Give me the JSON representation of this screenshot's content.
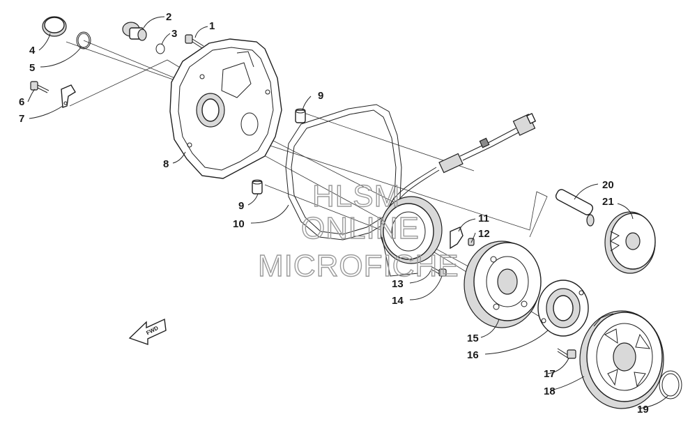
{
  "callouts": {
    "c1": "1",
    "c2": "2",
    "c3": "3",
    "c4": "4",
    "c5": "5",
    "c6": "6",
    "c7": "7",
    "c8": "8",
    "c9a": "9",
    "c9b": "9",
    "c10": "10",
    "c11": "11",
    "c12": "12",
    "c13": "13",
    "c14": "14",
    "c15": "15",
    "c16": "16",
    "c17": "17",
    "c18": "18",
    "c19": "19",
    "c20": "20",
    "c21": "21"
  },
  "watermark": {
    "line1": "HLSM",
    "line2": "ONLINE",
    "line3": "MICROFICHE"
  },
  "direction_arrow": {
    "label": "FWD"
  },
  "colors": {
    "line": "#1f1f1f",
    "watermark": "#9a9a9a",
    "background": "#ffffff"
  }
}
